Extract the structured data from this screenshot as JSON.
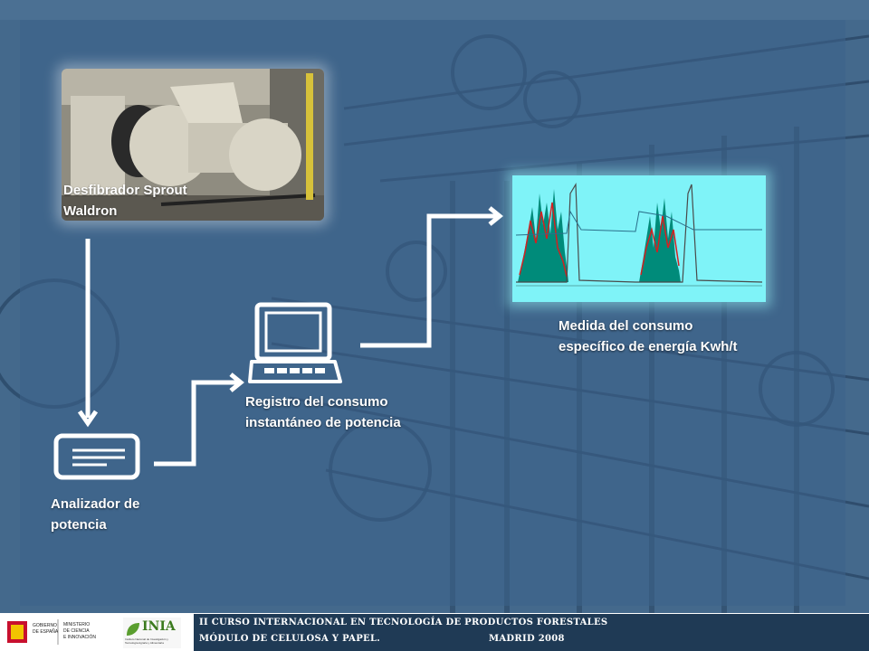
{
  "labels": {
    "desfibrador_1": "Desfibrador Sprout",
    "desfibrador_2": "Waldron",
    "analizador_1": "Analizador de",
    "analizador_2": "potencia",
    "registro_1": "Registro del consumo",
    "registro_2": "instantáneo de potencia",
    "medida_1": "Medida del consumo",
    "medida_2": "específico de  energía  Kwh/t"
  },
  "footer": {
    "line1": "II CURSO INTERNACIONAL EN TECNOLOGÍA DE PRODUCTOS FORESTALES",
    "line2_left": "MÓDULO DE CELULOSA Y PAPEL.",
    "line2_right": "MADRID 2008",
    "logo_gob_1": "GOBIERNO",
    "logo_gob_2": "DE ESPAÑA",
    "logo_min_1": "MINISTERIO",
    "logo_min_2": "DE CIENCIA",
    "logo_min_3": "E INNOVACIÓN",
    "logo_inia": "INIA",
    "logo_inia_sub": "Instituto Nacional de Investigación y Tecnología Agraria y Alimentaria"
  },
  "colors": {
    "panel": "#3c628a",
    "chart_bg": "#7ff3f8",
    "chart_fill": "#008b7a",
    "chart_red": "#d42020",
    "arrow": "#ffffff"
  },
  "icons": [
    "machine-photo",
    "power-analyzer-icon",
    "computer-icon",
    "energy-chart"
  ]
}
